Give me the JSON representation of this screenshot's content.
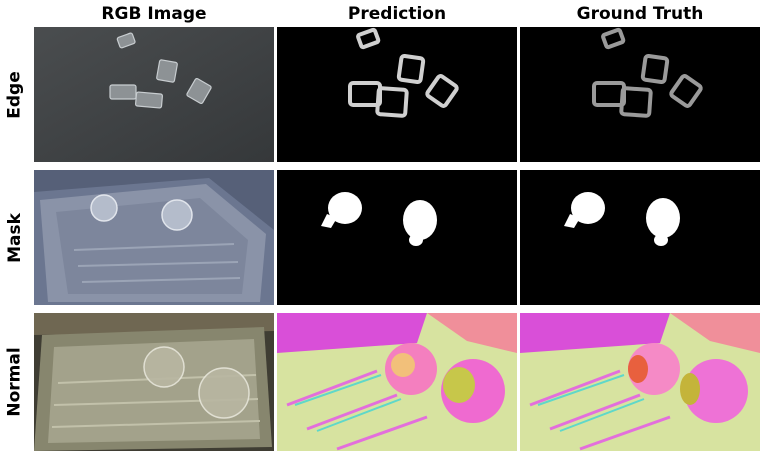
{
  "columns": [
    "RGB Image",
    "Prediction",
    "Ground Truth"
  ],
  "rows": [
    "Edge",
    "Mask",
    "Normal"
  ]
}
